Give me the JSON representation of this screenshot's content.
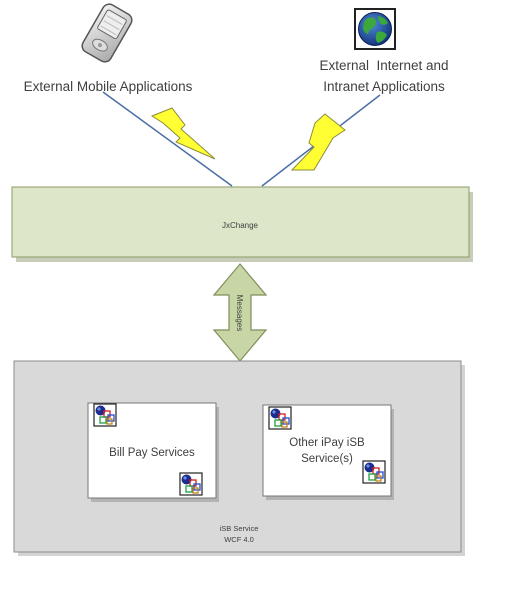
{
  "external_mobile": {
    "label": "External Mobile Applications",
    "icon": "mobile-phone-icon"
  },
  "external_web": {
    "label_line1": "External  Internet and",
    "label_line2": "Intranet Applications",
    "icon": "globe-icon"
  },
  "jxchange": {
    "label": "JxChange",
    "fill": "#dde6c9",
    "border": "#8a9a66"
  },
  "messages_arrow": {
    "label": "Messages",
    "fill": "#c8d6a6",
    "border": "#7e8e5a"
  },
  "isb_service": {
    "label_line1": "iSB Service",
    "label_line2": "WCF 4.0",
    "fill": "#d9d9d9",
    "border": "#8c8c8c"
  },
  "bill_pay": {
    "label": "Bill Pay Services",
    "icon": "service-component-icon"
  },
  "other_ipay": {
    "label_line1": "Other iPay iSB",
    "label_line2": "Service(s)",
    "icon": "service-component-icon"
  },
  "lightning_fill": "#ffff33",
  "connector_color": "#4a6fa5"
}
